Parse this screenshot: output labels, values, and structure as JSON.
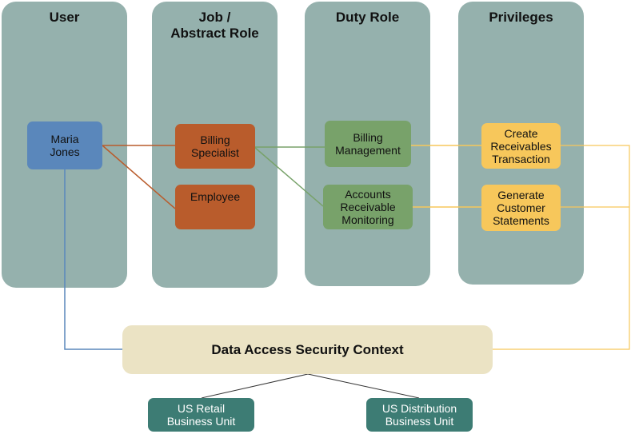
{
  "columns": {
    "user": "User",
    "job": "Job /\nAbstract Role",
    "duty": "Duty Role",
    "privileges": "Privileges"
  },
  "nodes": {
    "maria_jones": "Maria\nJones",
    "billing_specialist": "Billing\nSpecialist",
    "employee": "Employee",
    "billing_management": "Billing\nManagement",
    "accounts_receivable_monitoring": "Accounts\nReceivable\nMonitoring",
    "create_receivables_transaction": "Create\nReceivables\nTransaction",
    "generate_customer_statements": "Generate\nCustomer\nStatements"
  },
  "data_access": {
    "title": "Data Access Security Context"
  },
  "business_units": {
    "us_retail": "US Retail\nBusiness Unit",
    "us_distribution": "US Distribution\nBusiness Unit"
  },
  "colors": {
    "column_bg": "#95b1ad",
    "user_node": "#5a87bb",
    "job_node": "#b95c2c",
    "duty_node": "#78a26a",
    "privilege_node": "#f7c75b",
    "business_unit_node": "#3d7c74",
    "data_access_bg": "#ebe3c4"
  }
}
